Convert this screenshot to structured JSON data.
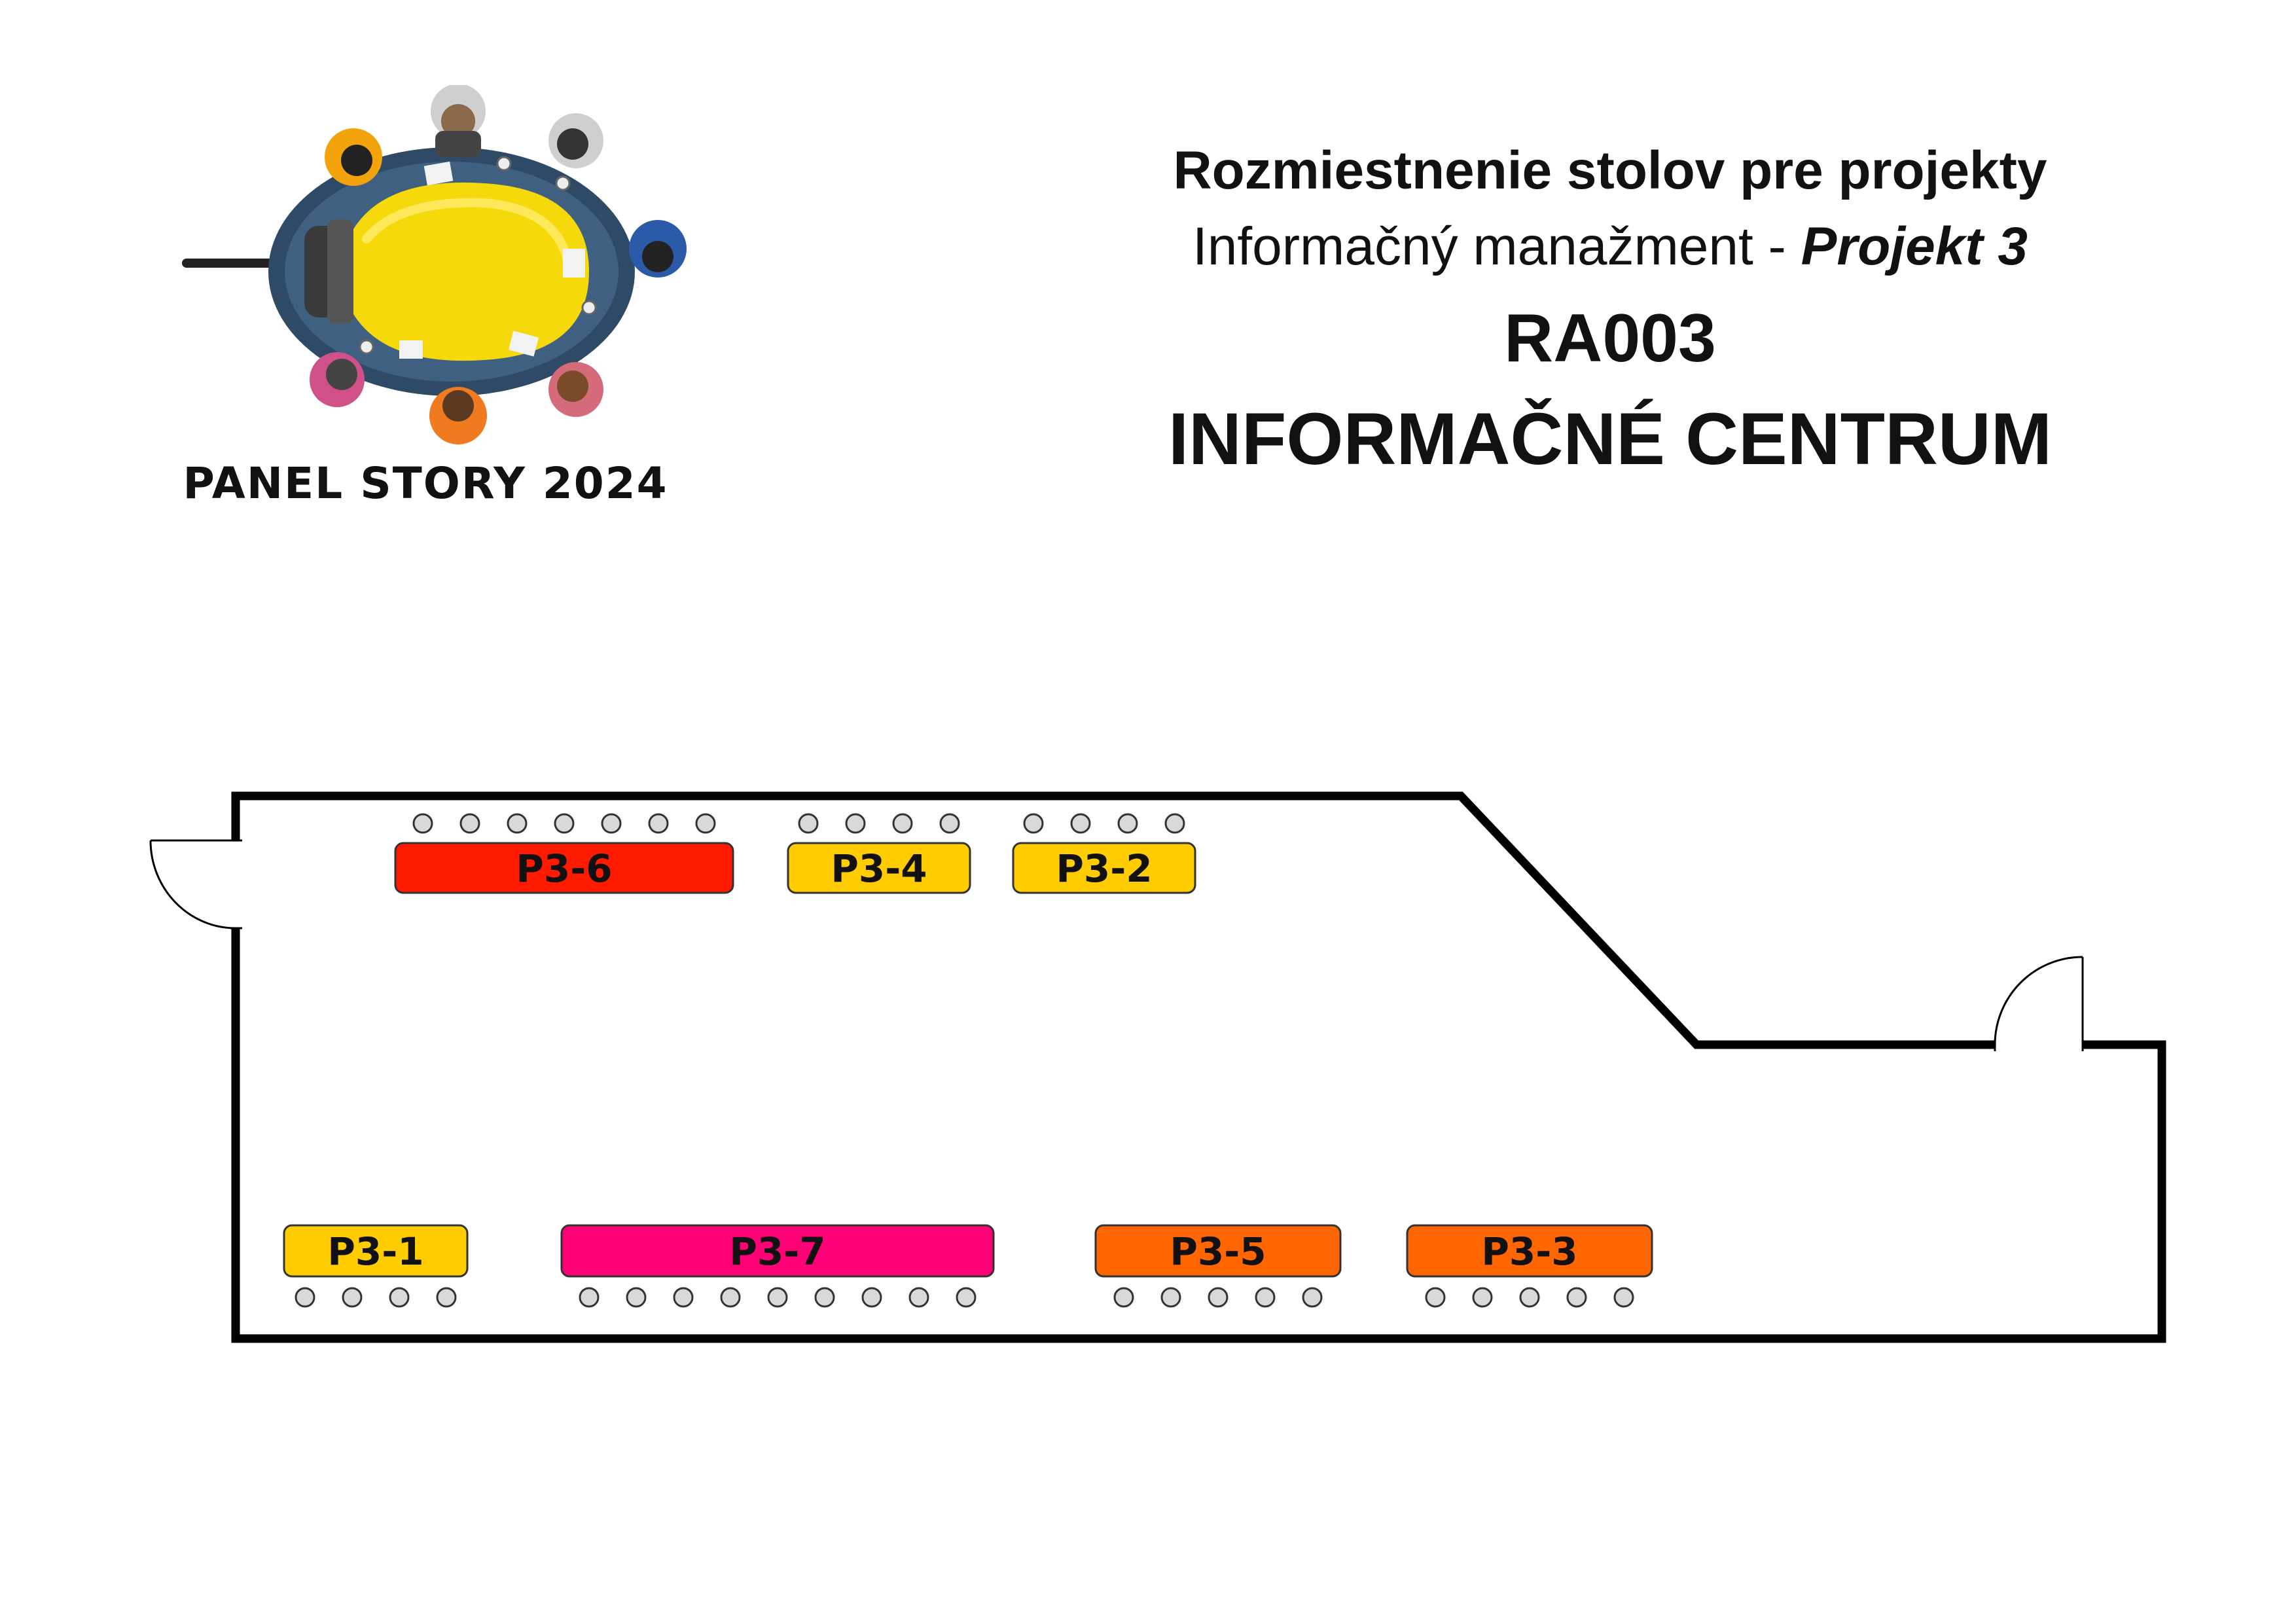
{
  "logo": {
    "caption": "PANEL STORY 2024",
    "icon": "round-table-lightbulb-logo"
  },
  "header": {
    "title": "Rozmiestnenie stolov pre projekty",
    "subtitle_prefix": "Informačný manažment - ",
    "subtitle_project": "Projekt 3",
    "room_code": "RA003",
    "room_name": "INFORMAČNÉ CENTRUM"
  },
  "tables": [
    {
      "label": "P3-6",
      "color": "#ff1a00",
      "seats": 7,
      "seat_side": "top"
    },
    {
      "label": "P3-4",
      "color": "#ffcc00",
      "seats": 4,
      "seat_side": "top"
    },
    {
      "label": "P3-2",
      "color": "#ffcc00",
      "seats": 4,
      "seat_side": "top"
    },
    {
      "label": "P3-1",
      "color": "#ffcc00",
      "seats": 4,
      "seat_side": "bottom"
    },
    {
      "label": "P3-7",
      "color": "#ff0077",
      "seats": 9,
      "seat_side": "bottom"
    },
    {
      "label": "P3-5",
      "color": "#ff6600",
      "seats": 5,
      "seat_side": "bottom"
    },
    {
      "label": "P3-3",
      "color": "#ff6600",
      "seats": 5,
      "seat_side": "bottom"
    }
  ],
  "doors": [
    "left-door",
    "right-door"
  ]
}
